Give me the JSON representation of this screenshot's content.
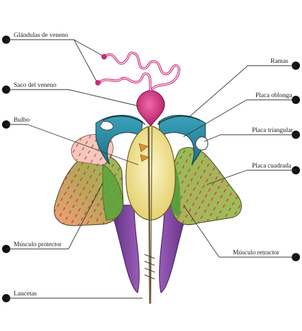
{
  "labels": {
    "glandulas": "Glándulas de veneno",
    "saco": "Saco del veneno",
    "bulbo": "Bulbo",
    "musculo_protector": "Músculo protector",
    "lancetas": "Lancetas",
    "ramas": "Ramas",
    "placa_oblonga": "Placa oblonga",
    "placa_triangular": "Placa triangular",
    "placa_cuadrada": "Placa cuadrada",
    "musculo_retractor": "Músculo retractor"
  },
  "colors": {
    "gland": "#cc2b78",
    "green_muscle": "#8bbf4f",
    "orange_muscle": "#e58c6a",
    "purple": "#7b3f98",
    "teal_plate": "#2f8fa6",
    "bulb": "#efe08a",
    "stripe": "#d83a3a"
  }
}
